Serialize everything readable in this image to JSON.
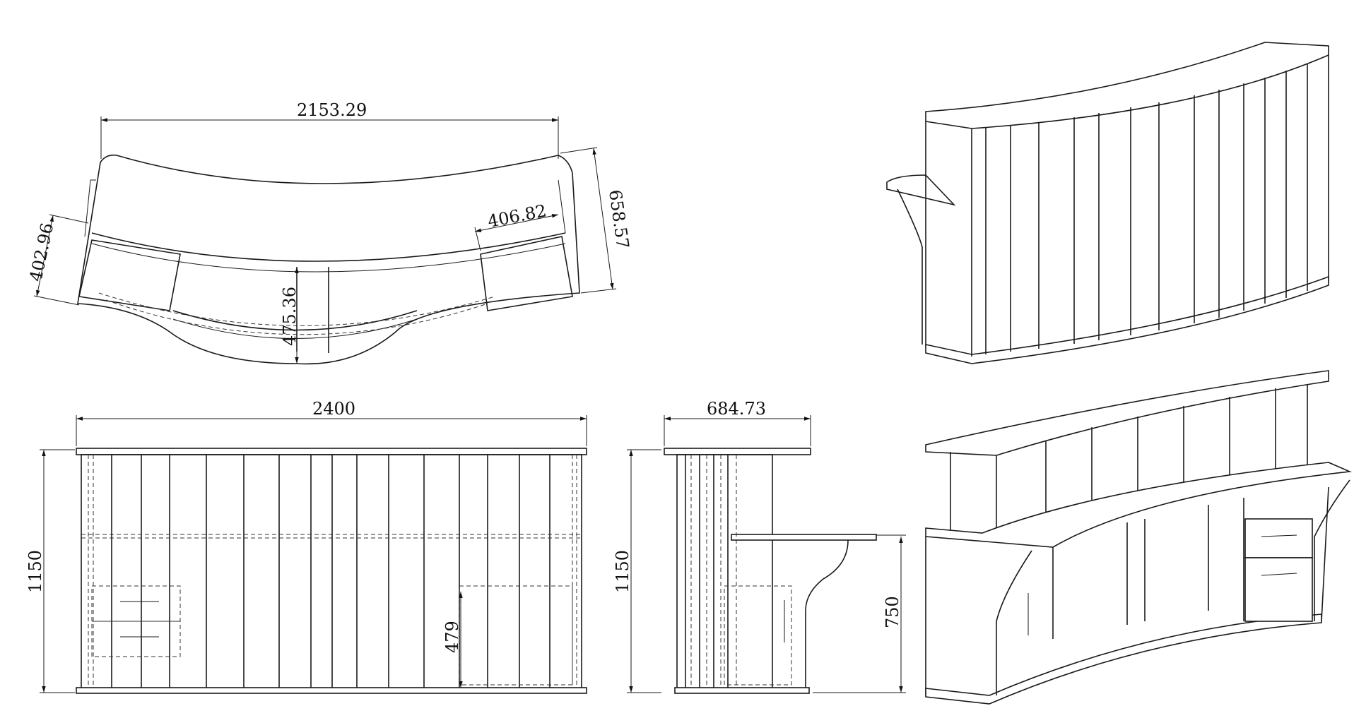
{
  "drawing": {
    "dimensions": {
      "top_width": "2153.29",
      "top_depth": "658.57",
      "top_left_side": "402.96",
      "top_right_side": "406.82",
      "top_inner_depth": "475.36",
      "front_width": "2400",
      "front_height": "1150",
      "side_depth": "684.73",
      "side_height": "1150",
      "side_counter_height": "750",
      "front_drawer_height": "479"
    },
    "views": [
      "top-view",
      "front-view",
      "side-view",
      "iso-view-back",
      "iso-view-front"
    ]
  }
}
